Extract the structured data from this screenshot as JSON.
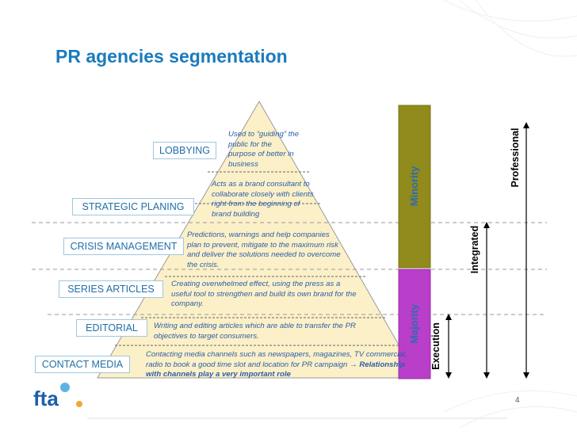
{
  "title": "PR agencies segmentation",
  "levels": [
    {
      "label": "LOBBYING",
      "desc": "Used to “guiding” the public for the purpose of better in business"
    },
    {
      "label": "STRATEGIC PLANING",
      "desc": "Acts as a brand consultant to collaborate closely with clients right from the beginning of brand building"
    },
    {
      "label": "CRISIS MANAGEMENT",
      "desc": "Predictions, warnings and help companies plan to prevent, mitigate to the maximum risk and deliver the solutions needed to overcome the crisis."
    },
    {
      "label": "SERIES ARTICLES",
      "desc": "Creating overwhelmed effect, using the press as a useful tool to strengthen and build its own brand for the company."
    },
    {
      "label": "EDITORIAL",
      "desc": "Writing and editing articles which are able to transfer the PR objectives to target consumers."
    },
    {
      "label": "CONTACT MEDIA",
      "desc": "Contacting media channels such as newspapers, magazines, TV commercial, radio to book a good time slot and location for PR campaign",
      "desc_emphasis": "→ Relationship with channels play a very important role"
    }
  ],
  "bars": {
    "minority": "Minority",
    "majority": "Majority"
  },
  "scales": {
    "execution": "Execution",
    "integrated": "Integrated",
    "professional": "Professional"
  },
  "colors": {
    "pyramid": "#fcf0c8",
    "minority": "#918a1c",
    "majority": "#b93ec9",
    "title": "#1a7bbd",
    "desc": "#2a5ea8"
  },
  "logo_text": "fta",
  "page_number": "4"
}
